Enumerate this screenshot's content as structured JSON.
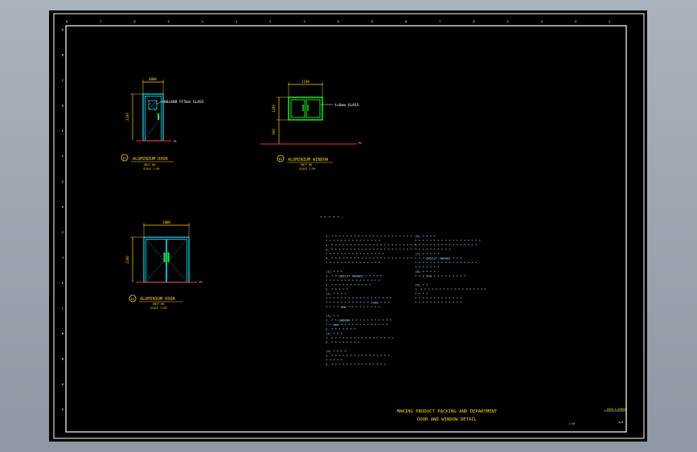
{
  "colors": {
    "background": "#000000",
    "frame": "#ffffff",
    "door": "#00e5ff",
    "window": "#19ff19",
    "dimension": "#ffd400",
    "ground": "#ff2a2a",
    "title": "#ffd400",
    "notes": "#9fd8ff"
  },
  "border": {
    "columns": [
      "8",
      "7",
      "6",
      "5",
      "4",
      "3",
      "2",
      "1",
      "0",
      "9",
      "8",
      "7",
      "6",
      "5",
      "4",
      "3",
      "2"
    ],
    "rows": [
      "A",
      "B",
      "C",
      "D",
      "E",
      "F",
      "G",
      "H",
      "I",
      "J",
      "K",
      "L",
      "M",
      "N",
      "O",
      "P"
    ]
  },
  "details": {
    "d1": {
      "mark": "D1",
      "title": "ALUMINIUM DOOR",
      "sub1": "UNIT NO",
      "sub2": "SCALE 1:50",
      "width_dim": "0800",
      "height_dim": "2100",
      "glass_note": "400x400 FF5mm GLASS",
      "floor_label": "FL"
    },
    "w1": {
      "mark": "W1",
      "title": "ALUMINIUM WINDOW",
      "sub1": "UNIT NO",
      "sub2": "SCALE 1:50",
      "width_dim": "2240",
      "height_dim": "1200",
      "sill_dim": "900",
      "glass_note": "t=6mm GLASS",
      "floor_label": "FL"
    },
    "d2": {
      "mark": "D2",
      "title": "ALUMINIUM DOOR",
      "sub1": "UNIT NO",
      "sub2": "SCALE 1:50",
      "width_dim": "2000",
      "height_dim": "2100",
      "floor_label": "FL"
    }
  },
  "notes": {
    "heading": "* * * * * :",
    "left": [
      "1. * * * * * * * * * * * * * * * * * * * * * *",
      "   * * * * * * *  * * * * * * * *",
      "2. * * * * * * * * * * * * * * * * * * * * * * *",
      "3. * * * * * * * * * * * * * * * * * * * * * *",
      "   * * * * * * * * * * * * * * * *",
      "4. * * * * * * * * * * * * * * * * * * * * * *",
      "   * * * * * * * * * * * * * * *",
      "",
      "(1) * * *",
      "1.  * * GB5237  AB6063 * * * * *",
      "    * * * * * * * * * * * * * * *",
      "2.  * * * * * * * * * * *",
      "3.  * * * * *",
      "(2) * * * *",
      "    * * * * * * * * * * * * * * * * * *",
      "    * * * * * * * * * * * * 14mm * * *",
      "    * * * * 6mm * * * * * * * * *",
      "",
      "(3) * *",
      "1.  * * GB8888  * * * * * * *  * * * *",
      "    * * 6mm * * * * * * * * * * * * *",
      "2.  * * * * * * *",
      "(4) * * *",
      "1.  * * * * * * * *  * * * * * * * * *",
      "2.  * * * * * * * *",
      "",
      "(5) * * * *",
      "1.  * * * * * * * * * * * * * * * *",
      "    * * * * *",
      "2.  * * * * * * * * * * * * * * *"
    ],
    "right": [
      "(6) * * * *",
      "    * * * * * * * * * * * * * * * * * *",
      "    * * * * * * * * * * * * * * * * *",
      "    * * * *  * * *  * * *",
      "(7) * *  * * *",
      "    * * *  GB5237  AB6063 * * *",
      "    * * * * * * * * * * * * * * * * *",
      "    * * * * * * *",
      "(8) * * * *",
      "    * * 2.5mm * * * * * * * * *",
      "",
      "(9) * *",
      "1.  * * * * * * * * * * * * * * * * * *",
      "    * * * *",
      "    * * * * * * *          * * * * * *",
      "    * * * * * * *          * * * * * *"
    ]
  },
  "title_block": {
    "project": "MAKING PRODUCT PACKING AND DEPARTMENT",
    "sheet": "DOOR AND WINDOW DETAIL",
    "drawing_no": "DOOR & WINDOW",
    "scale": "1:50",
    "page": "1/4"
  }
}
